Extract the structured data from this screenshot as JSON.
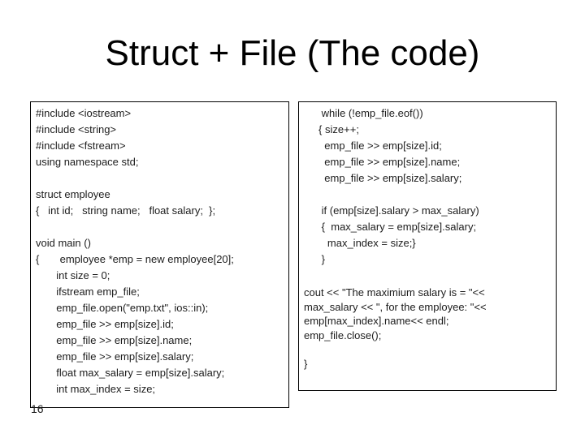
{
  "slide": {
    "title": "Struct + File (The code)",
    "page_number": "16"
  },
  "left_code_box": {
    "lines": [
      "#include <iostream>",
      "#include <string>",
      "#include <fstream>",
      "using namespace std;",
      "",
      "struct employee",
      "{   int id;   string name;   float salary;  };",
      "",
      "void main ()",
      "{       employee *emp = new employee[20];",
      "       int size = 0;",
      "       ifstream emp_file;",
      "       emp_file.open(\"emp.txt\", ios::in);",
      "       emp_file >> emp[size].id;",
      "       emp_file >> emp[size].name;",
      "       emp_file >> emp[size].salary;",
      "       float max_salary = emp[size].salary;",
      "       int max_index = size;"
    ]
  },
  "right_code_box": {
    "loop_lines": [
      "      while (!emp_file.eof())",
      "     { size++;",
      "       emp_file >> emp[size].id;",
      "       emp_file >> emp[size].name;",
      "       emp_file >> emp[size].salary;",
      "",
      "      if (emp[size].salary > max_salary)",
      "      {  max_salary = emp[size].salary;",
      "        max_index = size;}",
      "      }"
    ],
    "output_lines": [
      "cout << \"The maximium salary is = \"<<",
      "max_salary << \", for the employee: \"<<",
      "emp[max_index].name<< endl;",
      "emp_file.close();",
      "",
      "}"
    ]
  }
}
